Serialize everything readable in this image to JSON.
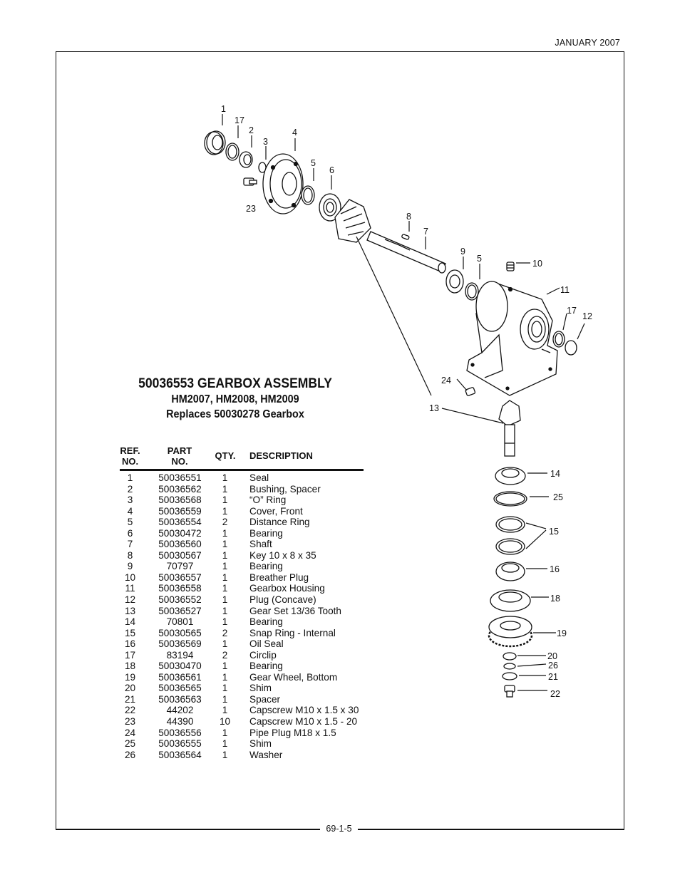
{
  "header": {
    "date": "JANUARY 2007"
  },
  "title_block": {
    "title": "50036553 GEARBOX ASSEMBLY",
    "models": "HM2007, HM2008,  HM2009",
    "replaces": "Replaces 50030278 Gearbox"
  },
  "table": {
    "headers": {
      "ref": "REF.\nNO.",
      "part": "PART\nNO.",
      "qty": "QTY.",
      "description": "DESCRIPTION"
    },
    "rows": [
      {
        "ref": "1",
        "part": "50036551",
        "qty": "1",
        "description": "Seal"
      },
      {
        "ref": "2",
        "part": "50036562",
        "qty": "1",
        "description": "Bushing, Spacer"
      },
      {
        "ref": "3",
        "part": "50036568",
        "qty": "1",
        "description": "“O” Ring"
      },
      {
        "ref": "4",
        "part": "50036559",
        "qty": "1",
        "description": "Cover, Front"
      },
      {
        "ref": "5",
        "part": "50036554",
        "qty": "2",
        "description": "Distance Ring"
      },
      {
        "ref": "6",
        "part": "50030472",
        "qty": "1",
        "description": "Bearing"
      },
      {
        "ref": "7",
        "part": "50036560",
        "qty": "1",
        "description": "Shaft"
      },
      {
        "ref": "8",
        "part": "50030567",
        "qty": "1",
        "description": "Key 10 x 8 x 35"
      },
      {
        "ref": "9",
        "part": "70797",
        "qty": "1",
        "description": "Bearing"
      },
      {
        "ref": "10",
        "part": "50036557",
        "qty": "1",
        "description": "Breather Plug"
      },
      {
        "ref": "11",
        "part": "50036558",
        "qty": "1",
        "description": "Gearbox Housing"
      },
      {
        "ref": "12",
        "part": "50036552",
        "qty": "1",
        "description": "Plug (Concave)"
      },
      {
        "ref": "13",
        "part": "50036527",
        "qty": "1",
        "description": "Gear Set 13/36 Tooth"
      },
      {
        "ref": "14",
        "part": "70801",
        "qty": "1",
        "description": "Bearing"
      },
      {
        "ref": "15",
        "part": "50030565",
        "qty": "2",
        "description": "Snap Ring - Internal"
      },
      {
        "ref": "16",
        "part": "50036569",
        "qty": "1",
        "description": "Oil Seal"
      },
      {
        "ref": "17",
        "part": "83194",
        "qty": "2",
        "description": "Circlip"
      },
      {
        "ref": "18",
        "part": "50030470",
        "qty": "1",
        "description": "Bearing"
      },
      {
        "ref": "19",
        "part": "50036561",
        "qty": "1",
        "description": "Gear Wheel, Bottom"
      },
      {
        "ref": "20",
        "part": "50036565",
        "qty": "1",
        "description": "Shim"
      },
      {
        "ref": "21",
        "part": "50036563",
        "qty": "1",
        "description": "Spacer"
      },
      {
        "ref": "22",
        "part": "44202",
        "qty": "1",
        "description": "Capscrew M10 x 1.5 x 30"
      },
      {
        "ref": "23",
        "part": "44390",
        "qty": "10",
        "description": "Capscrew M10 x 1.5 - 20"
      },
      {
        "ref": "24",
        "part": "50036556",
        "qty": "1",
        "description": "Pipe Plug M18 x 1.5"
      },
      {
        "ref": "25",
        "part": "50036555",
        "qty": "1",
        "description": "Shim"
      },
      {
        "ref": "26",
        "part": "50036564",
        "qty": "1",
        "description": "Washer"
      }
    ]
  },
  "diagram": {
    "callouts": [
      "1",
      "17",
      "2",
      "3",
      "4",
      "5",
      "6",
      "23",
      "8",
      "7",
      "9",
      "5",
      "10",
      "11",
      "17",
      "12",
      "24",
      "13",
      "14",
      "25",
      "15",
      "16",
      "18",
      "19",
      "20",
      "26",
      "21",
      "22"
    ]
  },
  "footer": {
    "page_number": "69-1-5"
  }
}
